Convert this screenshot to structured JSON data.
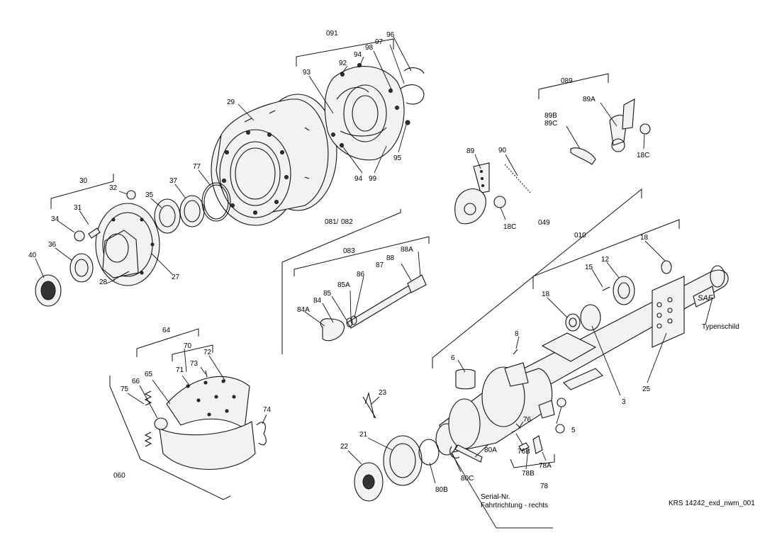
{
  "labels": {
    "l091": "091",
    "l96": "96",
    "l97": "97",
    "l98": "98",
    "l94a": "94",
    "l92": "92",
    "l93": "93",
    "l29": "29",
    "l95": "95",
    "l94b": "94",
    "l99": "99",
    "l089": "089",
    "l89A": "89A",
    "l89B": "89B",
    "l89C": "89C",
    "l18Ca": "18C",
    "l89": "89",
    "l90": "90",
    "l18Cb": "18C",
    "l30": "30",
    "l32": "32",
    "l35": "35",
    "l37": "37",
    "l77": "77",
    "l31": "31",
    "l34": "34",
    "l36": "36",
    "l40": "40",
    "l27": "27",
    "l28": "28",
    "l081": "081/",
    "l082": "082",
    "l083": "083",
    "l88": "88",
    "l88A": "88A",
    "l87": "87",
    "l86": "86",
    "l85A": "85A",
    "l85": "85",
    "l84": "84",
    "l84A": "84A",
    "l049": "049",
    "l010": "010",
    "l18a": "18",
    "l12": "12",
    "l15": "15",
    "l18b": "18",
    "l8": "8",
    "l6": "6",
    "l3": "3",
    "l25": "25",
    "l5": "5",
    "l64": "64",
    "l70": "70",
    "l72": "72",
    "l73": "73",
    "l71": "71",
    "l65": "65",
    "l66": "66",
    "l75": "75",
    "l74": "74",
    "l060": "060",
    "l23": "23",
    "l21": "21",
    "l22": "22",
    "l76": "76",
    "l76B": "76B",
    "l80A": "80A",
    "l78B": "78B",
    "l78A": "78A",
    "l78": "78",
    "l80B": "80B",
    "l80C": "80C"
  },
  "notes": {
    "typenschild": "Typenschild",
    "plate_text": "SAF",
    "serial_line1": "Serial-Nr.",
    "serial_line2": "Fahrtrichtung - rechts"
  },
  "caption": "KRS 14242_exd_nwm_001"
}
